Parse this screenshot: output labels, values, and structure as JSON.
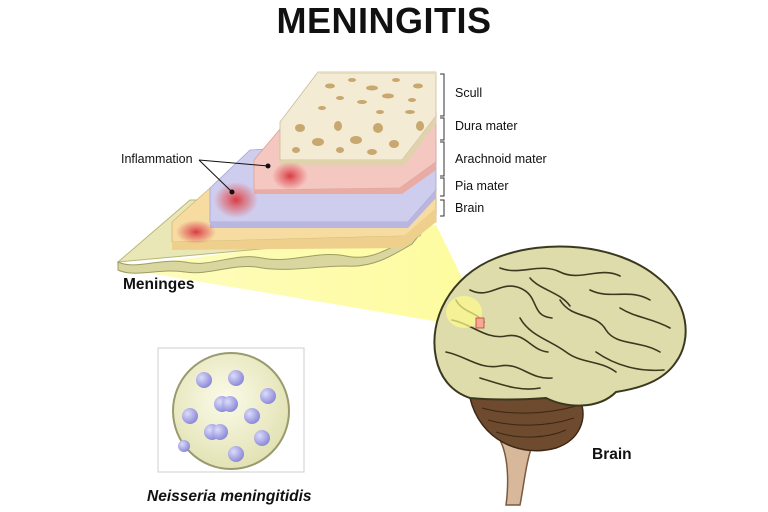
{
  "title": "MENINGITIS",
  "layers": [
    {
      "label": "Scull",
      "color": "#f2ead2"
    },
    {
      "label": "Dura mater",
      "color": "#f3c2bd"
    },
    {
      "label": "Arachnoid mater",
      "color": "#cfcdee"
    },
    {
      "label": "Pia mater",
      "color": "#f7e0a8"
    },
    {
      "label": "Brain",
      "color": "#e8e6b4"
    }
  ],
  "inflammation_label": "Inflammation",
  "meninges_label": "Meninges",
  "brain_label": "Brain",
  "bacteria_label": "Neisseria meningitidis",
  "colors": {
    "inflammation": "#d8323a",
    "brain_fill": "#dedcab",
    "brain_outline": "#3a3920",
    "cerebellum": "#6e4a2e",
    "bacteria": "#9d9be0",
    "highlight": "#fdfb8c"
  }
}
